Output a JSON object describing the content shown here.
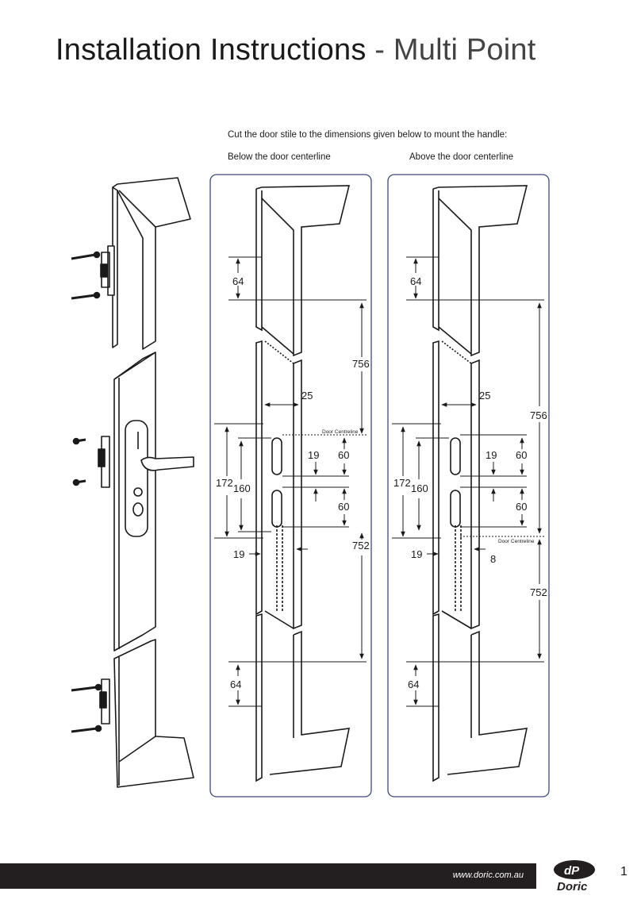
{
  "page": {
    "title_main": "Installation Instructions",
    "title_sub": " - Multi Point",
    "instruction": "Cut the door stile to the dimensions given below to mount the handle:",
    "page_number": "1"
  },
  "panels": {
    "left": {
      "heading": "Below the door centerline",
      "centreline_label": "Door Centreline",
      "dims": {
        "top_gap": "64",
        "span_upper": "756",
        "inset": "25",
        "slot_height": "60",
        "slot_gap": "19",
        "slot2_height": "60",
        "outer": "172",
        "inner": "160",
        "lower_offset": "19",
        "span_lower": "752",
        "bottom_gap": "64"
      }
    },
    "right": {
      "heading": "Above the door centerline",
      "centreline_label": "Door Centreline",
      "dims": {
        "top_gap": "64",
        "span_upper": "756",
        "inset": "25",
        "slot_height": "60",
        "slot_gap": "19",
        "slot2_height": "60",
        "outer": "172",
        "inner": "160",
        "lower_offset": "19",
        "centre_offset": "8",
        "span_lower": "752",
        "bottom_gap": "64"
      }
    }
  },
  "footer": {
    "url": "www.doric.com.au",
    "logo_text": "Doric",
    "logo_mark": "dP"
  },
  "colors": {
    "ink": "#1a1a1a",
    "panel_border": "#3d4a7a",
    "footer_bg": "#231f20"
  }
}
